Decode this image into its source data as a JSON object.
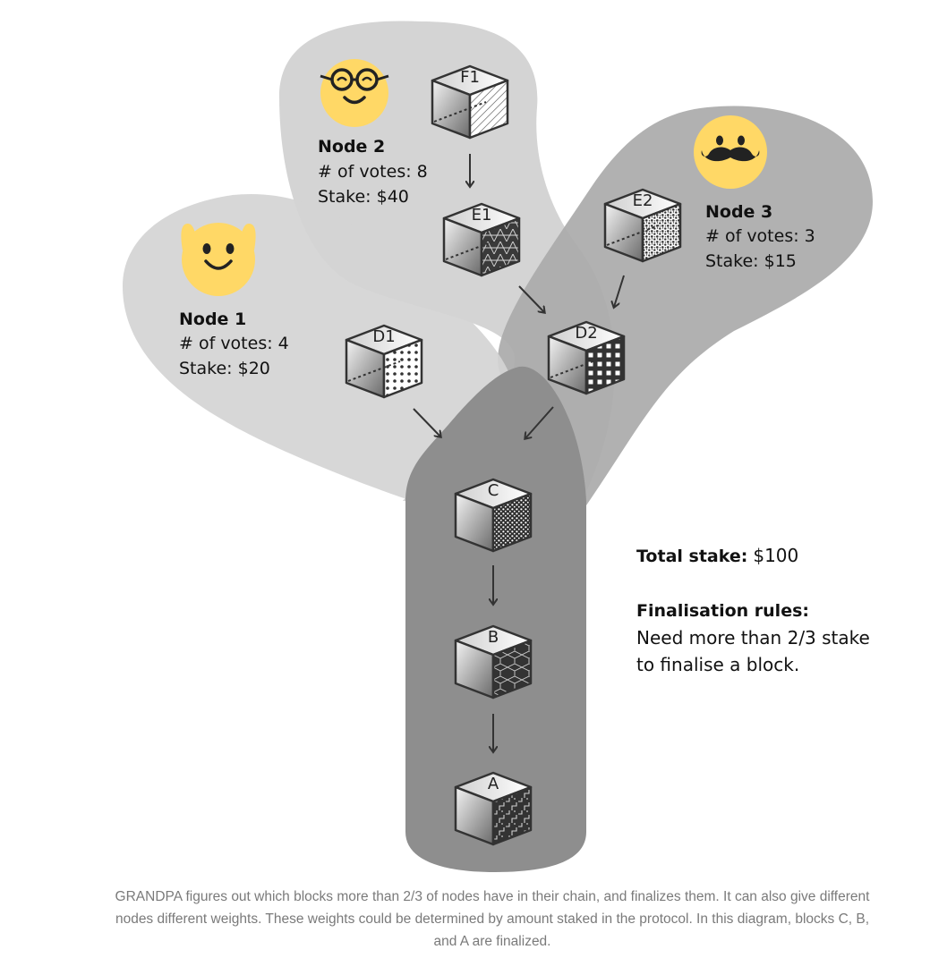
{
  "nodes": [
    {
      "title": "Node 1",
      "votes": "# of votes: 4",
      "stake": "Stake: $20",
      "emoji": "raised-hands-smiley-icon"
    },
    {
      "title": "Node 2",
      "votes": "# of votes: 8",
      "stake": "Stake: $40",
      "emoji": "glasses-smiley-icon"
    },
    {
      "title": "Node 3",
      "votes": "# of votes: 3",
      "stake": "Stake: $15",
      "emoji": "mustache-smiley-icon"
    }
  ],
  "blocks": [
    "F1",
    "E1",
    "E2",
    "D1",
    "D2",
    "C",
    "B",
    "A"
  ],
  "finalized_blocks": [
    "C",
    "B",
    "A"
  ],
  "total_stake": {
    "label": "Total stake:",
    "value": "$100"
  },
  "rules": {
    "title": "Finalisation rules:",
    "line1": "Need more than 2/3 stake",
    "line2": "to finalise a block."
  },
  "caption": "GRANDPA figures out which blocks more than 2/3 of nodes have in their chain, and finalizes them. It can also give different nodes different weights. These weights could be determined by amount staked in the protocol. In this diagram, blocks C, B, and A are finalized.",
  "colors": {
    "branch_light": "#d4d4d4",
    "branch_mid": "#aaaaaa",
    "trunk": "#8e8e8e",
    "emoji": "#ffd866",
    "caption": "#7a7a7a"
  }
}
